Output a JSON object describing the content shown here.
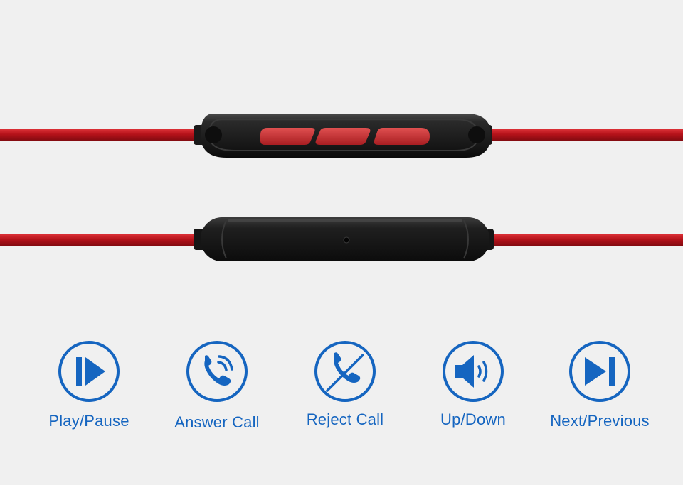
{
  "colors": {
    "background": "#f0f0f0",
    "cable": "#c0151a",
    "remote_body": "#1f1f1f",
    "button_red": "#c83232",
    "accent_blue": "#1565c0"
  },
  "features": [
    {
      "label": "Play/Pause",
      "icon": "play-pause-icon"
    },
    {
      "label": "Answer Call",
      "icon": "answer-call-icon"
    },
    {
      "label": "Reject Call",
      "icon": "reject-call-icon"
    },
    {
      "label": "Up/Down",
      "icon": "volume-icon"
    },
    {
      "label": "Next/Previous",
      "icon": "next-track-icon"
    }
  ]
}
